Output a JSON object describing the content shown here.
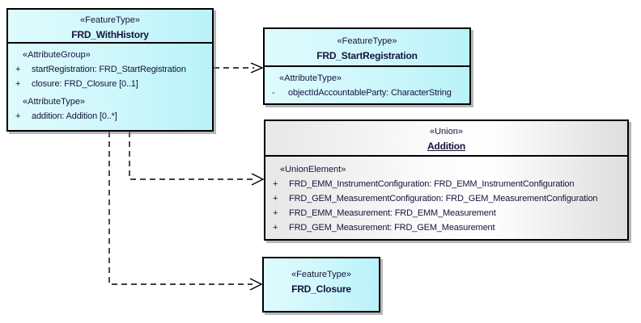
{
  "colors": {
    "feature_fill": "#cdf7fb",
    "union_fill_left": "#e7e7e7",
    "union_fill_right": "#dedede",
    "border": "#000000",
    "text": "#14143c",
    "background": "#ffffff"
  },
  "boxes": {
    "with_history": {
      "stereotype": "«FeatureType»",
      "name": "FRD_WithHistory",
      "sections": [
        {
          "stereotype": "«AttributeGroup»",
          "rows": [
            {
              "prefix": "+",
              "text": "startRegistration: FRD_StartRegistration"
            },
            {
              "prefix": "+",
              "text": "closure: FRD_Closure [0..1]"
            }
          ]
        },
        {
          "stereotype": "«AttributeType»",
          "rows": [
            {
              "prefix": "+",
              "text": "addition: Addition [0..*]"
            }
          ]
        }
      ]
    },
    "start_registration": {
      "stereotype": "«FeatureType»",
      "name": "FRD_StartRegistration",
      "sections": [
        {
          "stereotype": "«AttributeType»",
          "rows": [
            {
              "prefix": "-",
              "text": "objectIdAccountableParty: CharacterString"
            }
          ]
        }
      ]
    },
    "addition": {
      "stereotype": "«Union»",
      "name": "Addition",
      "sections": [
        {
          "stereotype": "«UnionElement»",
          "rows": [
            {
              "prefix": "+",
              "text": "FRD_EMM_InstrumentConfiguration: FRD_EMM_InstrumentConfiguration"
            },
            {
              "prefix": "+",
              "text": "FRD_GEM_MeasurementConfiguration: FRD_GEM_MeasurementConfiguration"
            },
            {
              "prefix": "+",
              "text": "FRD_EMM_Measurement: FRD_EMM_Measurement"
            },
            {
              "prefix": "+",
              "text": "FRD_GEM_Measurement: FRD_GEM_Measurement"
            }
          ]
        }
      ]
    },
    "closure": {
      "stereotype": "«FeatureType»",
      "name": "FRD_Closure"
    }
  },
  "connectors": [
    {
      "from": "FRD_WithHistory",
      "to": "FRD_StartRegistration",
      "style": "dashed-open-arrow"
    },
    {
      "from": "FRD_WithHistory",
      "to": "Addition",
      "style": "dashed-open-arrow"
    },
    {
      "from": "FRD_WithHistory",
      "to": "FRD_Closure",
      "style": "dashed-open-arrow"
    }
  ]
}
